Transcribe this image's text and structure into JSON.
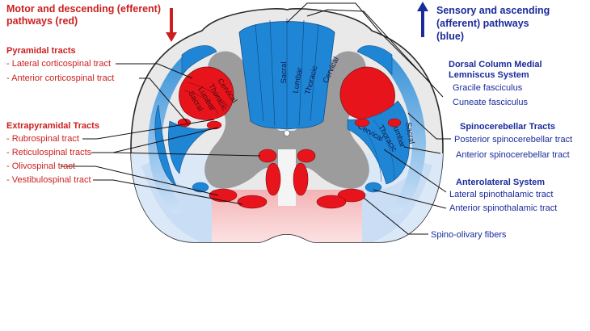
{
  "left_header": {
    "line1": "Motor and descending (efferent)",
    "line2": "pathways   (red)"
  },
  "right_header": {
    "line1": "Sensory and ascending",
    "line2": "(afferent) pathways",
    "line3": "(blue)"
  },
  "pyramidal": {
    "title": "Pyramidal tracts",
    "items": [
      "- Lateral corticospinal tract",
      "- Anterior corticospinal tract"
    ]
  },
  "extrapyramidal": {
    "title": "Extrapyramidal Tracts",
    "items": [
      "- Rubrospinal tract",
      "- Reticulospinal tracts",
      "- Olivospinal tract",
      "- Vestibulospinal tract"
    ]
  },
  "dorsal_column": {
    "title_line1": "Dorsal Column Medial",
    "title_line2": "Lemniscus System",
    "items": [
      "Gracile fasciculus",
      "Cuneate fasciculus"
    ]
  },
  "spinocerebellar": {
    "title": "Spinocerebellar Tracts",
    "items": [
      "Posterior spinocerebellar tract",
      "Anterior spinocerebellar tract"
    ]
  },
  "anterolateral": {
    "title": "Anterolateral System",
    "items": [
      "Lateral spinothalamic tract",
      "Anterior spinothalamic tract"
    ]
  },
  "spino_olivary": "Spino-olivary fibers",
  "segments": {
    "dorsal": [
      "Sacral",
      "Lumbar",
      "Thoracic",
      "Cervical"
    ],
    "left_lateral": [
      "Sacral",
      "Lumbar",
      "Thoracic",
      "Cervical"
    ],
    "right_lateral": [
      "Cervical",
      "Thoracic",
      "Lumbar",
      "Sacral"
    ]
  },
  "colors": {
    "motor": "#e8141c",
    "sensory": "#1f86d6",
    "grey_matter": "#9c9c9c",
    "white_matter": "#e7e7e7",
    "text_red": "#cc1f1f",
    "text_blue": "#1a2b9c"
  },
  "icons": {
    "down_arrow": "down-arrow-icon",
    "up_arrow": "up-arrow-icon"
  }
}
